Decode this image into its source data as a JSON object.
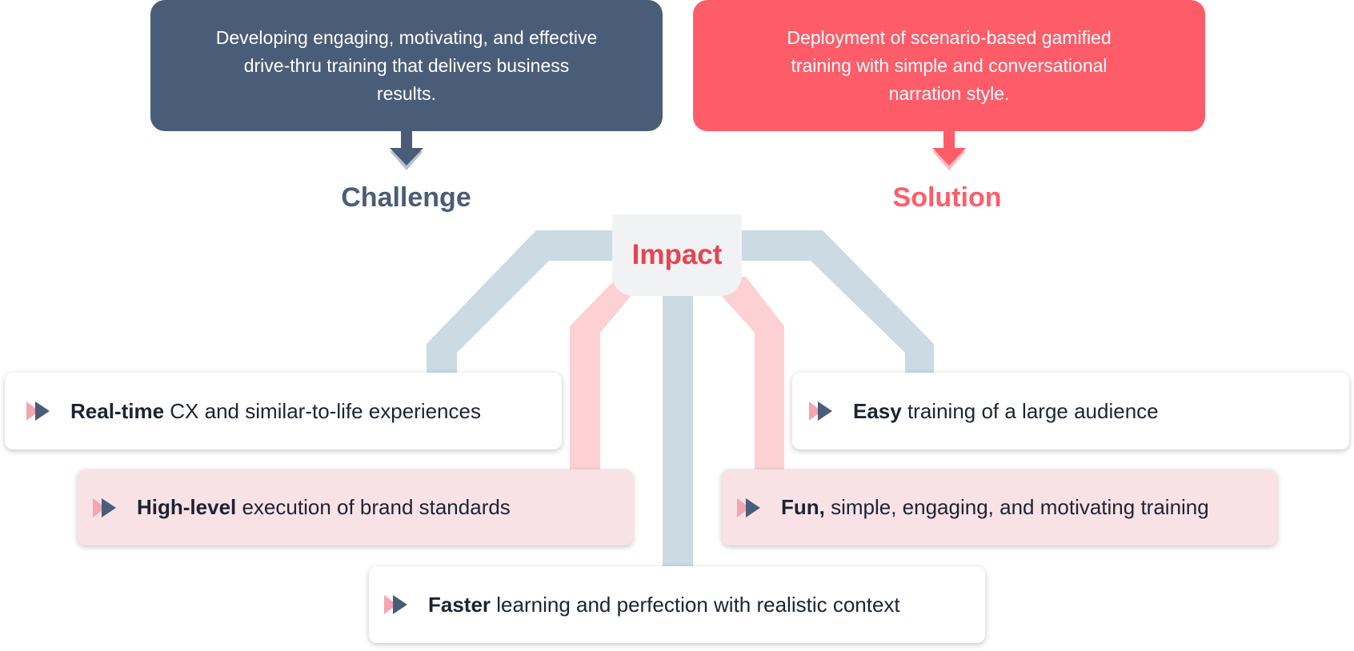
{
  "challenge": {
    "description": "Developing engaging, motivating, and effective drive-thru training that delivers business results.",
    "heading": "Challenge"
  },
  "solution": {
    "description": "Deployment of scenario-based gamified training with simple and conversational narration style.",
    "heading": "Solution"
  },
  "impact": {
    "heading": "Impact",
    "results": [
      {
        "bold": "Real-time",
        "rest": " CX and similar-to-life experiences"
      },
      {
        "bold": "Easy",
        "rest": " training of a large audience"
      },
      {
        "bold": "High-level",
        "rest": " execution of brand standards"
      },
      {
        "bold": "Fun,",
        "rest": " simple, engaging, and motivating training"
      },
      {
        "bold": "Faster",
        "rest": " learning and perfection with realistic context"
      }
    ]
  },
  "colors": {
    "navy": "#4a5d78",
    "coral": "#ff5c69",
    "impact_red": "#e8434f",
    "connector_blue": "#cbdae3",
    "connector_pink": "#fdd0d4",
    "card_pink": "#f8e2e5"
  },
  "icons": {
    "down_arrow": "down-arrow-icon",
    "result_marker": "double-play-marker-icon"
  }
}
